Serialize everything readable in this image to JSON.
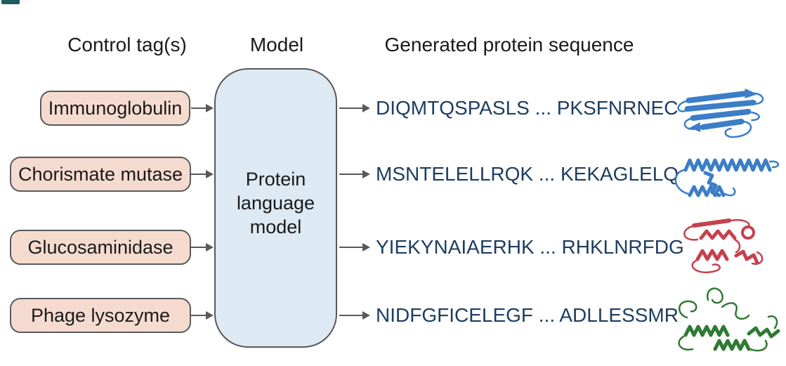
{
  "headers": {
    "control_tags": "Control tag(s)",
    "model": "Model",
    "generated": "Generated protein sequence"
  },
  "control_tags": [
    {
      "label": "Immunoglobulin"
    },
    {
      "label": "Chorismate mutase"
    },
    {
      "label": "Glucosaminidase"
    },
    {
      "label": "Phage lysozyme"
    }
  ],
  "model_box": {
    "label": "Protein language model"
  },
  "sequences": [
    {
      "text": "DIQMTQSPASLS ... PKSFNRNEC"
    },
    {
      "text": "MSNTELELLRQK ... KEKAGLELQ"
    },
    {
      "text": "YIEKYNAIAERHK ... RHKLNRFDG"
    },
    {
      "text": "NIDFGFICELEGF ... ADLLESSMR"
    }
  ],
  "structures": [
    {
      "name": "immunoglobulin-beta-sandwich",
      "color": "#3b7ec6"
    },
    {
      "name": "chorismate-mutase-helix-bundle",
      "color": "#3b7ec6"
    },
    {
      "name": "glucosaminidase-globular-fold",
      "color": "#c4424d"
    },
    {
      "name": "phage-lysozyme-helical-fold",
      "color": "#2f7a33"
    }
  ],
  "colors": {
    "tag_fill": "#f5dbcf",
    "model_fill": "#dde9f3",
    "outline": "#58595b",
    "text": "#1a1a1a",
    "sequence_text": "#1d3d61",
    "marker": "#1f5c5e"
  }
}
